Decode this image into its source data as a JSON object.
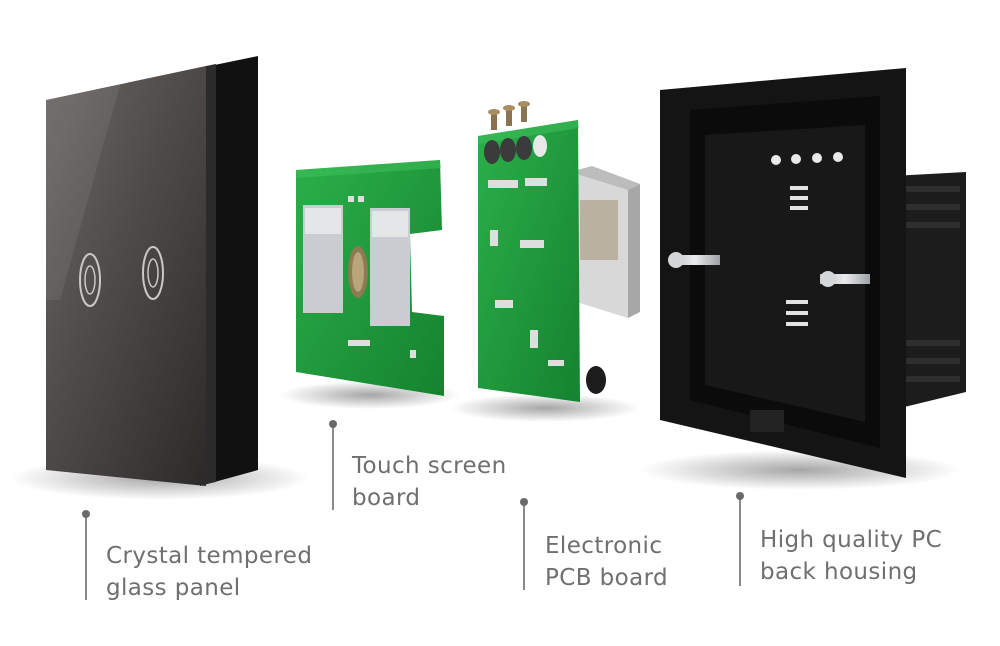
{
  "labels": {
    "glass_panel": {
      "line1": "Crystal tempered",
      "line2": "glass panel"
    },
    "touch_board": {
      "line1": "Touch screen",
      "line2": "board"
    },
    "pcb_board": {
      "line1": "Electronic",
      "line2": "PCB board"
    },
    "back_housing": {
      "line1": "High quality PC",
      "line2": "back housing"
    }
  },
  "colors": {
    "glass": "#4a4846",
    "glass_edge": "#1a1a1a",
    "pcb_green": "#1f9a3c",
    "housing": "#151515",
    "caption_text": "#6f6f6f"
  }
}
